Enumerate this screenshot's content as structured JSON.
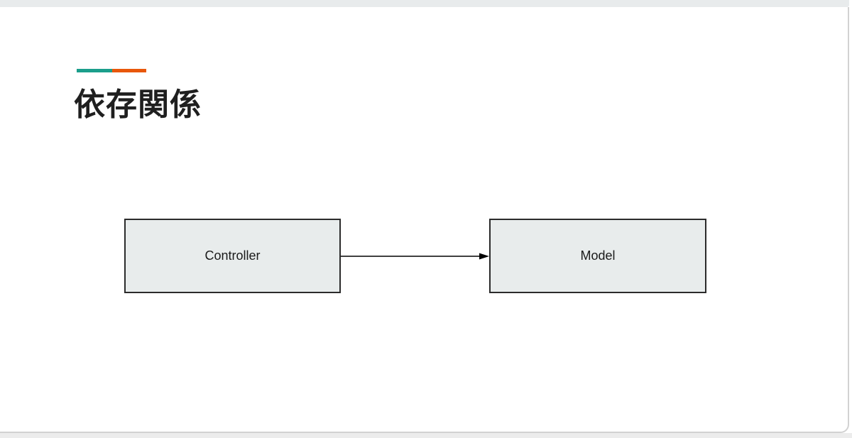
{
  "slide": {
    "title": "依存関係"
  },
  "diagram": {
    "nodes": [
      {
        "id": "controller",
        "label": "Controller"
      },
      {
        "id": "model",
        "label": "Model"
      }
    ],
    "edges": [
      {
        "from": "controller",
        "to": "model",
        "style": "solid-arrow"
      }
    ]
  },
  "theme": {
    "colors": {
      "accent_teal": "#1b9e8b",
      "accent_orange": "#e8570a",
      "node_fill": "#e8ecec",
      "node_border": "#2b2b2b",
      "title_color": "#1f1f1f",
      "edge_color": "#000000",
      "frame_border": "#d2d2d2",
      "strip_bg": "#e8ebec",
      "below_bg": "#ececec"
    }
  }
}
